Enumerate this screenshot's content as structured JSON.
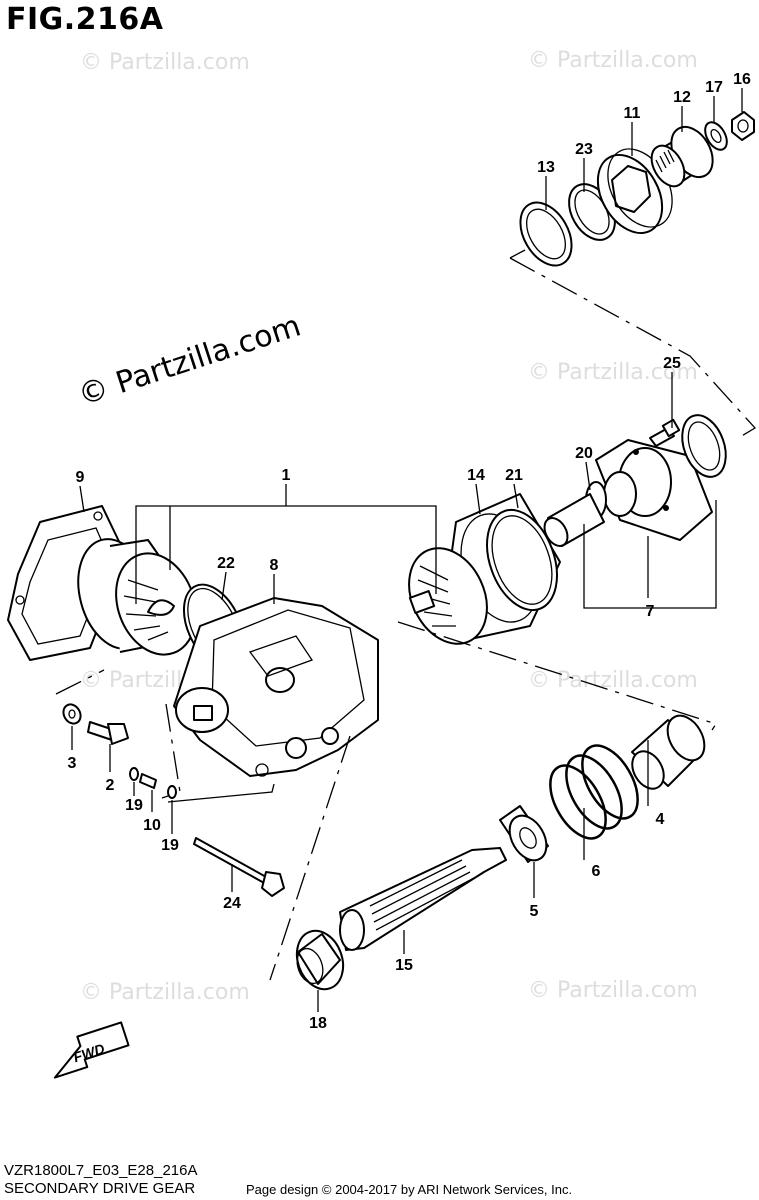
{
  "figure": {
    "title": "FIG.216A",
    "model_code": "VZR1800L7_E03_E28_216A",
    "name": "SECONDARY DRIVE GEAR",
    "credit": "Page design © 2004-2017 by ARI Network Services, Inc.",
    "fwd_label": "FWD"
  },
  "watermark": {
    "text": "© Partzilla.com"
  },
  "callouts": [
    {
      "id": "1",
      "label": "1"
    },
    {
      "id": "2",
      "label": "2"
    },
    {
      "id": "3",
      "label": "3"
    },
    {
      "id": "4",
      "label": "4"
    },
    {
      "id": "5",
      "label": "5"
    },
    {
      "id": "6",
      "label": "6"
    },
    {
      "id": "7",
      "label": "7"
    },
    {
      "id": "8",
      "label": "8"
    },
    {
      "id": "9",
      "label": "9"
    },
    {
      "id": "10",
      "label": "10"
    },
    {
      "id": "11",
      "label": "11"
    },
    {
      "id": "12",
      "label": "12"
    },
    {
      "id": "13",
      "label": "13"
    },
    {
      "id": "14",
      "label": "14"
    },
    {
      "id": "15",
      "label": "15"
    },
    {
      "id": "16",
      "label": "16"
    },
    {
      "id": "17",
      "label": "17"
    },
    {
      "id": "18",
      "label": "18"
    },
    {
      "id": "19a",
      "label": "19"
    },
    {
      "id": "19b",
      "label": "19"
    },
    {
      "id": "20",
      "label": "20"
    },
    {
      "id": "21",
      "label": "21"
    },
    {
      "id": "22",
      "label": "22"
    },
    {
      "id": "23",
      "label": "23"
    },
    {
      "id": "24",
      "label": "24"
    },
    {
      "id": "25",
      "label": "25"
    }
  ]
}
